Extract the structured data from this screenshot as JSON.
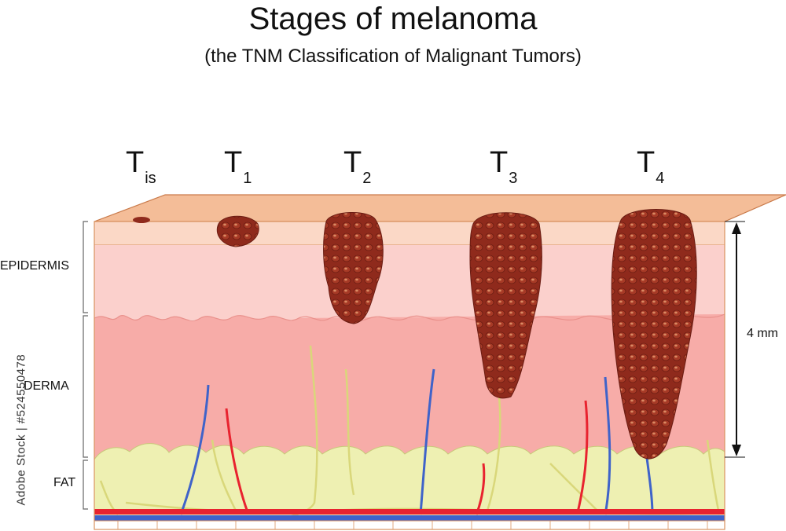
{
  "title": "Stages of melanoma",
  "subtitle": "(the TNM Classification of Malignant Tumors)",
  "stages": [
    {
      "main": "T",
      "sub": "is"
    },
    {
      "main": "T",
      "sub": "1"
    },
    {
      "main": "T",
      "sub": "2"
    },
    {
      "main": "T",
      "sub": "3"
    },
    {
      "main": "T",
      "sub": "4"
    }
  ],
  "layers": {
    "epidermis": "EPIDERMIS",
    "derma": "DERMA",
    "fat": "FAT"
  },
  "depth_label": "4 mm",
  "watermark": "Adobe Stock | #524550478",
  "colors": {
    "skin_surface": "#f6c4a4",
    "epidermis": "#fbd0cc",
    "derma": "#f7aca8",
    "fat": "#eef0b2",
    "artery": "#e8232f",
    "vein": "#3f63c9",
    "nerve": "#d9d77a",
    "tumor": "#8f2a1c"
  }
}
